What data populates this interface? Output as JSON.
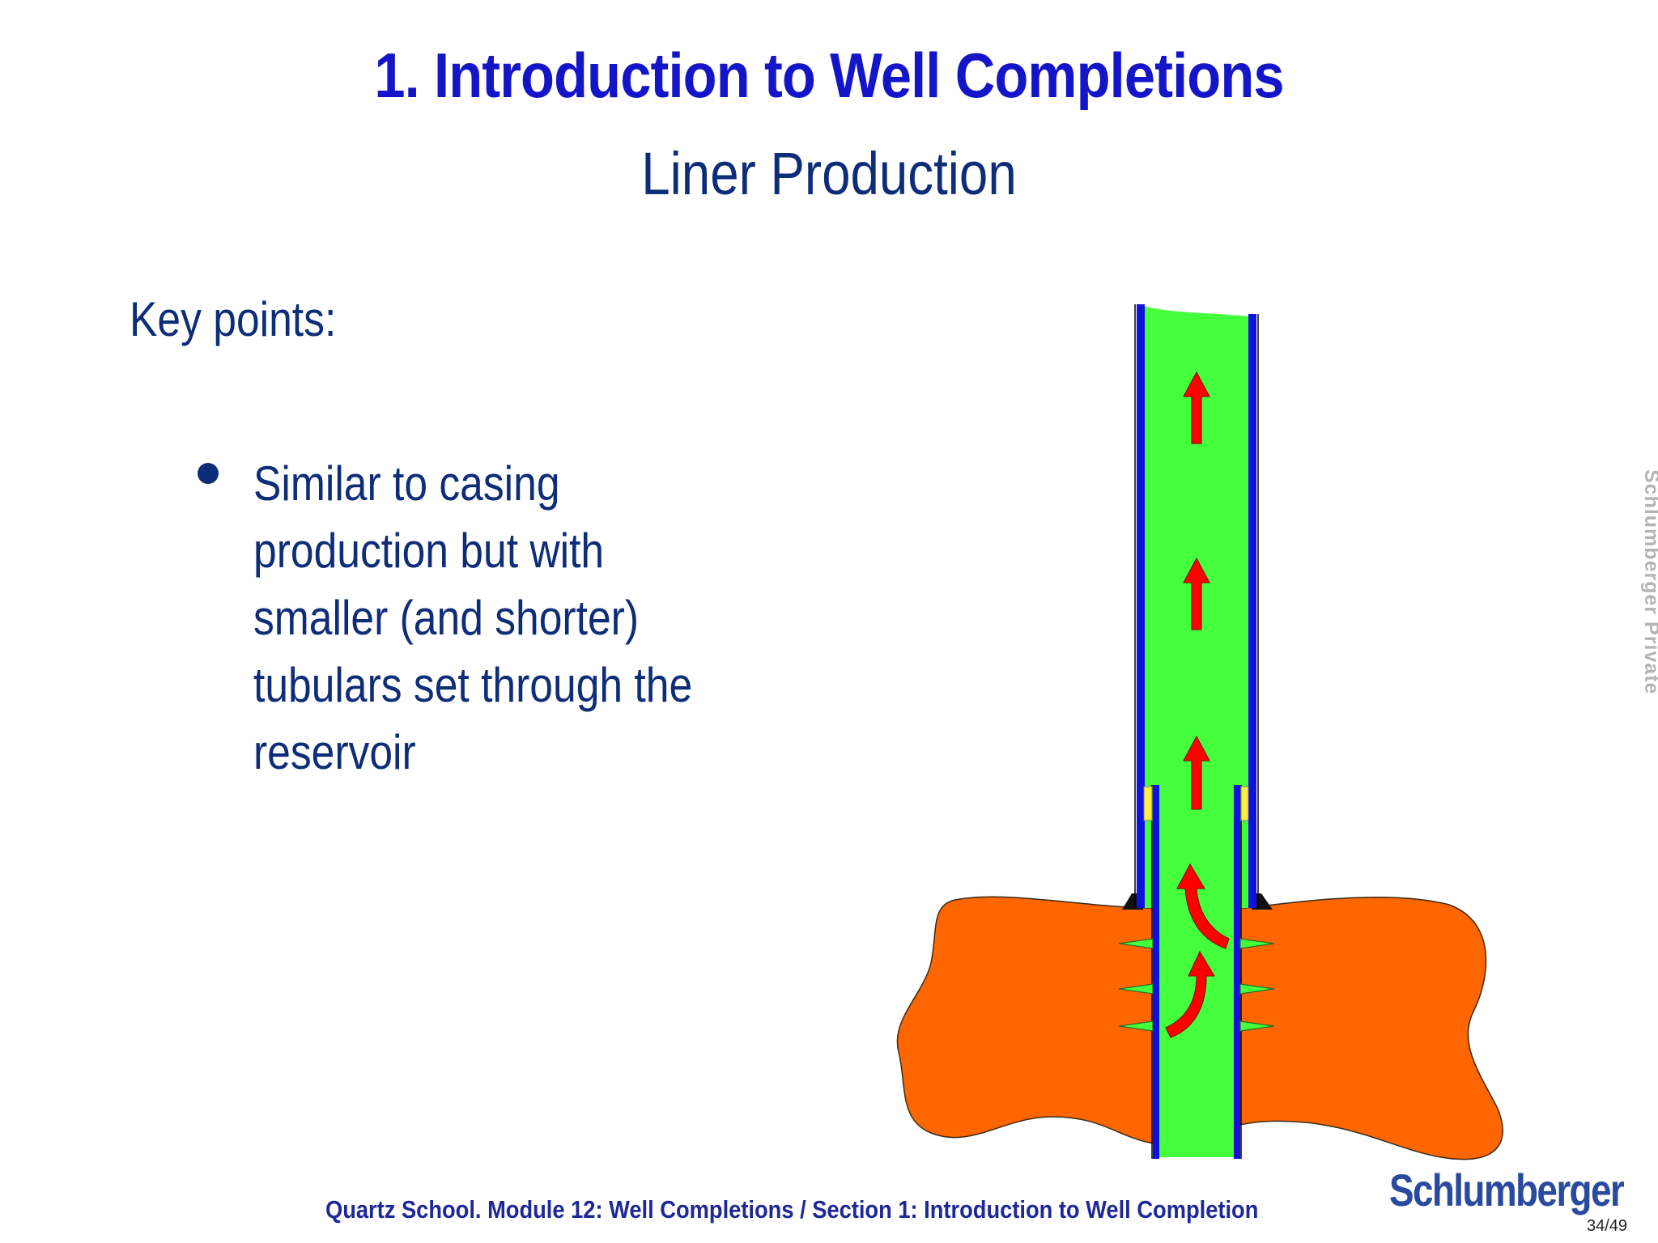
{
  "slide": {
    "title": "1. Introduction to Well Completions",
    "subtitle": "Liner Production",
    "key_points_heading": "Key points:",
    "bullet_lines": [
      "Similar to casing",
      "production but with",
      "smaller (and shorter)",
      "tubulars set through the",
      "reservoir"
    ],
    "watermark": "Schlumberger Private",
    "footer": "Quartz School.  Module 12: Well Completions / Section 1: Introduction to Well Completion",
    "logo": "Schlumberger",
    "page_number": "34/49"
  },
  "colors": {
    "title": "#1414c8",
    "text": "#0e2d78",
    "fluid": "#44ff3c",
    "casing": "#1010e0",
    "reservoir": "#ff6600",
    "flow_arrow": "#ff0000",
    "packer": "#ffee44"
  }
}
